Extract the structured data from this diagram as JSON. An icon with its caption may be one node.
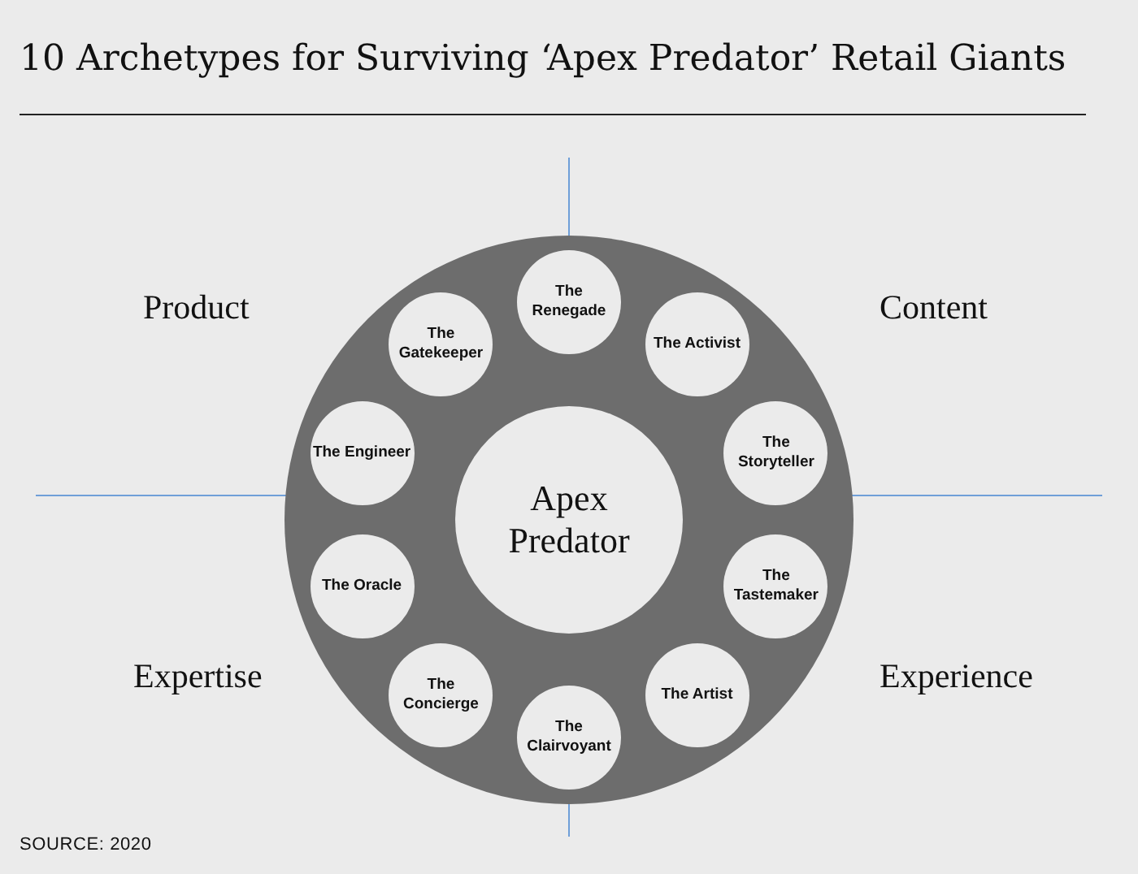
{
  "diagram": {
    "title": "10 Archetypes for Surviving ‘Apex Predator’ Retail Giants",
    "caption": "SOURCE: 2020",
    "nodes": [
      {
        "text": [],
        "shape": "circle"
      },
      {
        "text": [
          "Apex Predator"
        ],
        "in": 0
      },
      {
        "text": [
          "The Renegade"
        ],
        "in": 0
      },
      {
        "text": [
          "The Activist"
        ],
        "in": 0
      },
      {
        "text": [
          "The Storyteller"
        ],
        "in": 0
      },
      {
        "text": [
          "The Tastemaker"
        ],
        "in": 0
      },
      {
        "text": [
          "The Artist"
        ],
        "in": 0
      },
      {
        "text": [
          "The Clairvoyant"
        ],
        "in": 0
      },
      {
        "text": [
          "The Concierge"
        ],
        "in": 0
      },
      {
        "text": [
          "The Oracle"
        ],
        "in": 0
      },
      {
        "text": [
          "The Engineer"
        ],
        "in": 0
      },
      {
        "text": [
          "The Gatekeeper"
        ],
        "in": 0
      }
    ],
    "edges": [],
    "labels": [
      "Product",
      "Content",
      "Expertise",
      "Experience"
    ]
  }
}
